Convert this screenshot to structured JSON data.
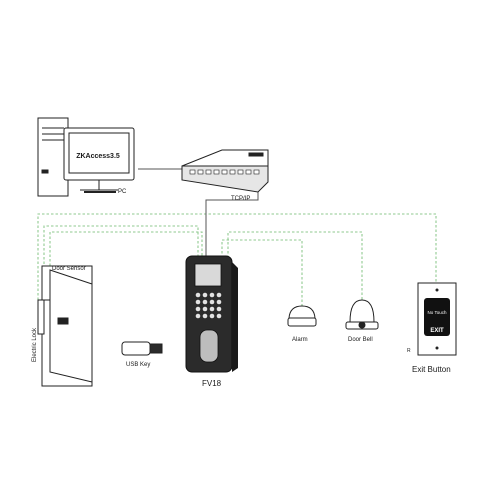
{
  "labels": {
    "software": "ZKAccess3.5",
    "pc": "PC",
    "tcpip": "TCP/IP",
    "door_sensor": "Door Sensor",
    "electric_lock": "Electric Lock",
    "usb_key": "USB Key",
    "device": "FV18",
    "alarm": "Alarm",
    "door_bell": "Door Bell",
    "exit_button_text": "No Touch",
    "exit_button_face": "EXIT",
    "exit_button_caption": "Exit Button",
    "misc_mark": "R"
  },
  "colors": {
    "outline": "#222222",
    "wire_dashed": "#8fc98f",
    "wire_solid": "#555555",
    "switch_body": "#e6e6e6",
    "device_body": "#2b2b2b",
    "exit_face": "#111111"
  },
  "icons": {
    "computer": "desktop-computer-icon",
    "switch": "network-switch-icon",
    "door": "door-icon",
    "usb": "usb-key-icon",
    "reader": "fingerprint-reader-icon",
    "alarm": "alarm-siren-icon",
    "bell": "door-bell-icon",
    "exit": "exit-button-icon"
  }
}
